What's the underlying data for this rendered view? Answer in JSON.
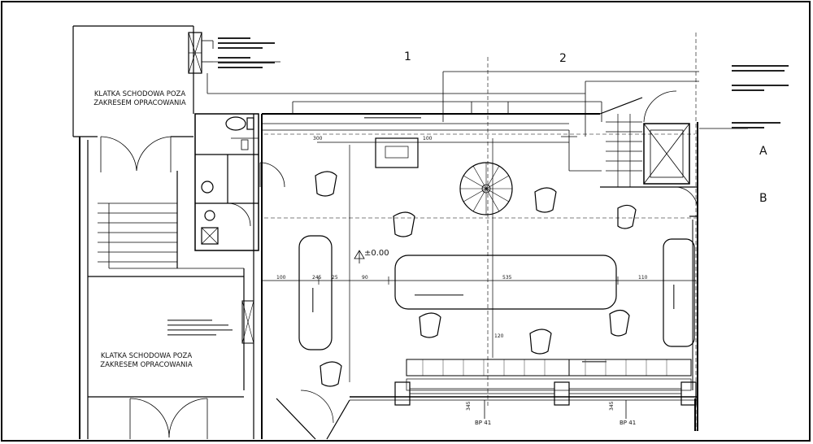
{
  "stair_top": [
    "KLATKA SCHODOWA POZA",
    "ZAKRESEM OPRACOWANIA"
  ],
  "stair_bottom": [
    "KLATKA SCHODOWA POZA",
    "ZAKRESEM OPRACOWANIA"
  ],
  "grid_axes": {
    "col1": "1",
    "col2": "2",
    "rowA": "A",
    "rowB": "B"
  },
  "level_mark": "±0.00",
  "dims": {
    "d100a": "100",
    "d245": "245",
    "d25": "25",
    "d90": "90",
    "d535": "535",
    "d110": "110",
    "d100b": "100",
    "d120": "120",
    "d300": "300"
  },
  "section_marks": [
    "BP 41",
    "BP 41"
  ],
  "section_vals": [
    "345",
    "345"
  ]
}
